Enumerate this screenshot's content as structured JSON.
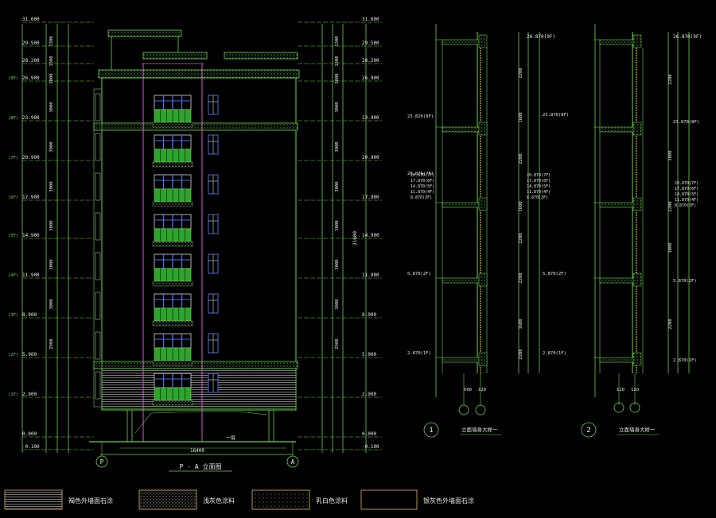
{
  "elevation": {
    "title": "P - A 立面图",
    "axis_left": "P",
    "axis_right": "A",
    "width_dim": "16400",
    "ground_text": "一层",
    "levels_left": [
      {
        "label": "31.600"
      },
      {
        "label": "29.500"
      },
      {
        "label": "28.200"
      },
      {
        "label": "26.900"
      },
      {
        "label": "23.900"
      },
      {
        "label": "20.900"
      },
      {
        "label": "17.900"
      },
      {
        "label": "14.900"
      },
      {
        "label": "11.900"
      },
      {
        "label": "8.900"
      },
      {
        "label": "5.900"
      },
      {
        "label": "2.900"
      },
      {
        "label": "0.000"
      },
      {
        "label": "-0.100"
      }
    ],
    "levels_right": [
      {
        "label": "31.600"
      },
      {
        "label": "29.500"
      },
      {
        "label": "28.200"
      },
      {
        "label": "26.900"
      },
      {
        "label": "23.900"
      },
      {
        "label": "20.900"
      },
      {
        "label": "17.900"
      },
      {
        "label": "14.900"
      },
      {
        "label": "11.900"
      },
      {
        "label": "8.900"
      },
      {
        "label": "5.900"
      },
      {
        "label": "2.900"
      },
      {
        "label": "0.000"
      },
      {
        "label": "-0.100"
      }
    ],
    "floor_tags": [
      "(9F)",
      "(8F)",
      "(7F)",
      "(6F)",
      "(5F)",
      "(4F)",
      "(3F)",
      "(2F)",
      "(1F)"
    ],
    "dims_small": [
      "1300",
      "1300",
      "3000",
      "3000",
      "3000",
      "3000",
      "3000",
      "3000",
      "3000",
      "2900"
    ],
    "total_dim": "31600"
  },
  "section1": {
    "circle_label": "1",
    "caption": "立面墙身大样一",
    "top_level": "26.870(9F)",
    "levels": [
      "23.820(8F)",
      "20.870(7F)",
      "5.870(2F)",
      "2.870(1F)"
    ],
    "multi_levels": [
      "20.870(7F)",
      "17.870(6F)",
      "14.870(5F)",
      "11.870(4F)",
      "8.870(3F)"
    ],
    "right_levels": [
      "23.870(8F)",
      "5.870(2F)",
      "2.870(1F)"
    ],
    "dims": [
      "2200",
      "1600",
      "2200",
      "1600",
      "2200",
      "2200",
      "1600",
      "2200"
    ],
    "bottom_dims": [
      "500",
      "120"
    ]
  },
  "section2": {
    "circle_label": "2",
    "caption": "立面墙身大样一",
    "top_level": "26.870(9F)",
    "levels": [
      "23.870(8F)",
      "5.870(2F)",
      "2.870(1F)"
    ],
    "multi_levels": [
      "20.870(7F)",
      "17.870(6F)",
      "14.870(5F)",
      "11.870(4F)",
      "8.870(3F)"
    ],
    "dims": [
      "2200",
      "3000",
      "2200",
      "3000",
      "2200"
    ],
    "bottom_dims": [
      "120",
      "120"
    ]
  },
  "legend": [
    {
      "label": "褐色外墙面石涂",
      "swatch": "lines"
    },
    {
      "label": "浅灰色涂料",
      "swatch": "dots-light"
    },
    {
      "label": "乳白色涂料",
      "swatch": "dots-dark"
    },
    {
      "label": "银灰色外墙面石涂",
      "swatch": "plain"
    }
  ],
  "colors": {
    "line": "#6ad34b",
    "text": "#e8e8e8",
    "accent": "#d45ad4",
    "window": "#2ea42e",
    "glass": "#4a6ad8",
    "yellow": "#e8e04a",
    "swatch_border": "#e8b46a"
  }
}
